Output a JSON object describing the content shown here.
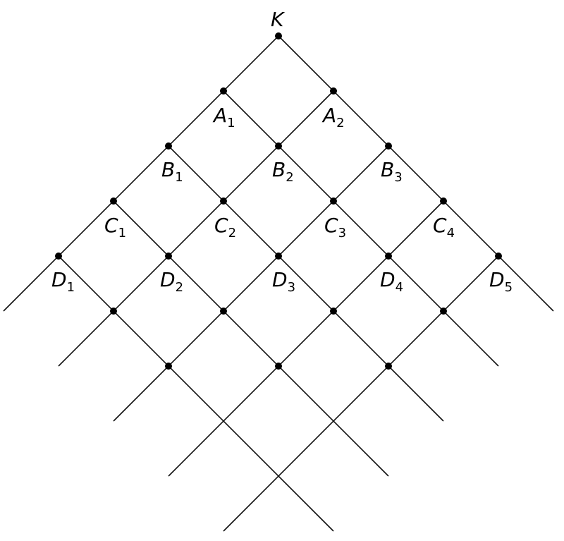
{
  "diagram": {
    "top_label": {
      "letter": "K",
      "subscript": ""
    },
    "rows": [
      {
        "letter": "A",
        "subscripts": [
          "1",
          "2"
        ]
      },
      {
        "letter": "B",
        "subscripts": [
          "1",
          "2",
          "3"
        ]
      },
      {
        "letter": "C",
        "subscripts": [
          "1",
          "2",
          "3",
          "4"
        ]
      },
      {
        "letter": "D",
        "subscripts": [
          "1",
          "2",
          "3",
          "4",
          "5"
        ]
      }
    ],
    "colors": {
      "line": "#111111",
      "node": "#000000",
      "background": "#ffffff"
    }
  }
}
